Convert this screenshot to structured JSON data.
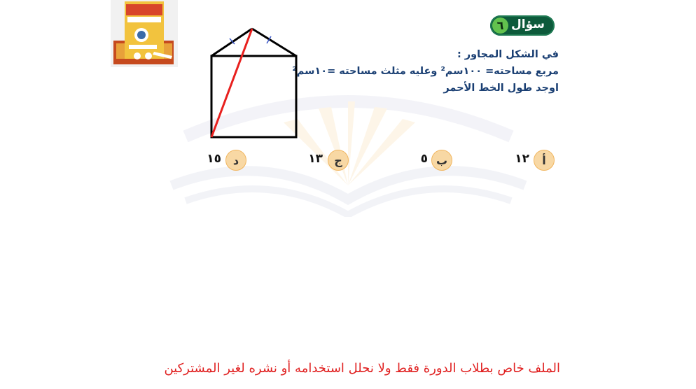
{
  "question": {
    "badge_label": "سؤال",
    "badge_number": "٦",
    "lines": [
      "في الشكل المجاور :",
      "مربع مساحته= ١٠٠سم² وعليه مثلث مساحته =١٠سم²",
      "اوجد طول الخط الأحمر"
    ]
  },
  "options": [
    {
      "letter": "أ",
      "value": "١٢"
    },
    {
      "letter": "ب",
      "value": "٥"
    },
    {
      "letter": "ج",
      "value": "١٣"
    },
    {
      "letter": "د",
      "value": "١٥"
    }
  ],
  "footer": "الملف خاص بطلاب الدورة فقط ولا نحلل استخدامه أو نشره لغير المشتركين",
  "colors": {
    "question_text": "#1a3f73",
    "badge_bg": "#0d5a3b",
    "badge_number_bg": "#62c24e",
    "option_circle": "#f8d8a4",
    "red_line": "#e8201e",
    "footer_text": "#e02020"
  }
}
